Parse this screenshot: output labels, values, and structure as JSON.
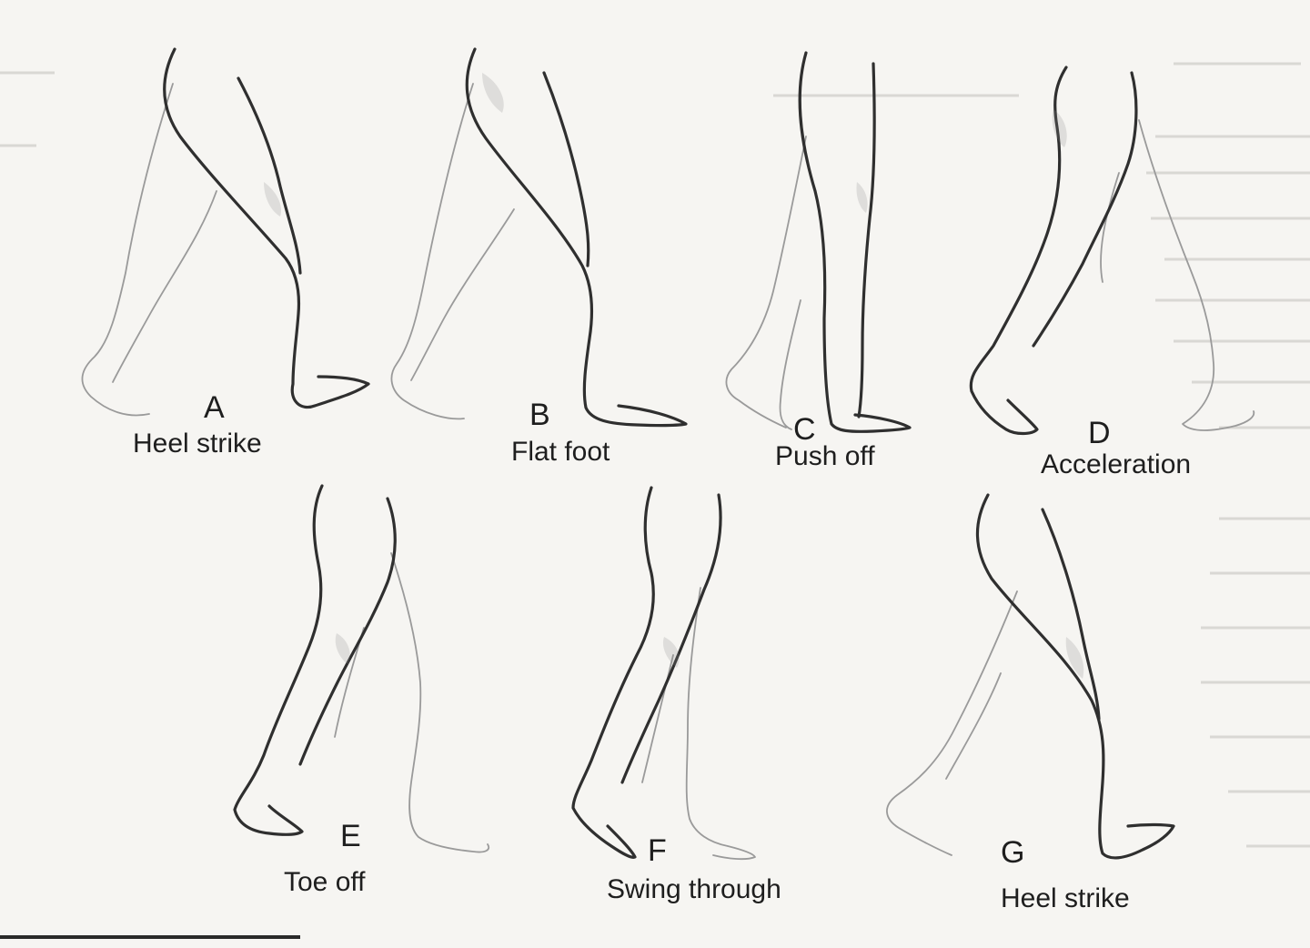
{
  "phases": [
    {
      "letter": "A",
      "caption": "Heel strike"
    },
    {
      "letter": "B",
      "caption": "Flat foot"
    },
    {
      "letter": "C",
      "caption": "Push off"
    },
    {
      "letter": "D",
      "caption": "Acceleration"
    },
    {
      "letter": "E",
      "caption": "Toe off"
    },
    {
      "letter": "F",
      "caption": "Swing through"
    },
    {
      "letter": "G",
      "caption": "Heel strike"
    }
  ]
}
